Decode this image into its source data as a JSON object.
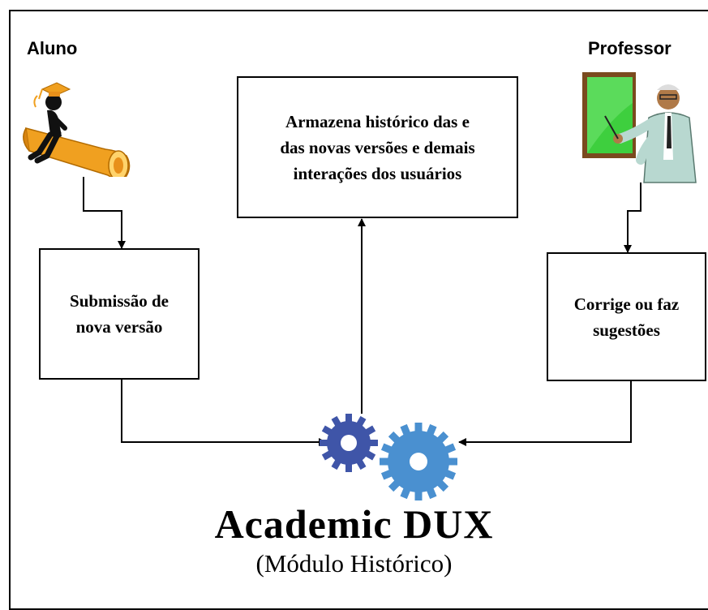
{
  "actors": {
    "student_label": "Aluno",
    "teacher_label": "Professor"
  },
  "boxes": {
    "storage_line1": "Armazena histórico  das e",
    "storage_line2": "das novas versões e demais",
    "storage_line3": "interações dos usuários",
    "submission_line1": "Submissão  de",
    "submission_line2": "nova versão",
    "correction_line1": "Corrige ou faz",
    "correction_line2": "sugestões"
  },
  "system": {
    "title": "Academic DUX",
    "subtitle": "(Módulo Histórico)"
  },
  "colors": {
    "gear_small": "#3f55a8",
    "gear_large": "#4a90d0",
    "board_green": "#3ecf3e",
    "trumpet_orange": "#f0a020"
  },
  "icons": {
    "student": "student-on-diploma-icon",
    "teacher": "teacher-at-board-icon",
    "gears": "gears-icon"
  }
}
